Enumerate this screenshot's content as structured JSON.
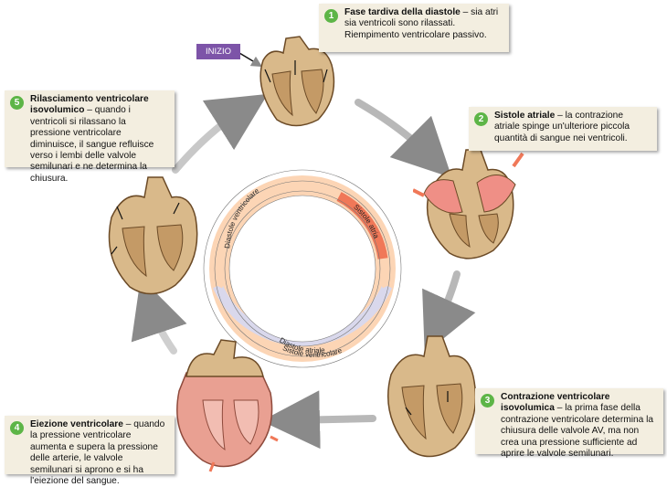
{
  "start_label": "INIZIO",
  "accent": {
    "green": "#5db547",
    "purple": "#7d54a8",
    "card_bg": "#f3eee0",
    "diastole_ring": "#fcd5b5",
    "systole_ring": "#d9d8ec",
    "atrial_systole": "#f07858"
  },
  "phases": [
    {
      "number": "1",
      "title": "Fase tardiva della diastole",
      "text": " – sia atri sia ventricoli sono rilassati. Riempimento ventricolare passivo."
    },
    {
      "number": "2",
      "title": "Sistole atriale",
      "text": " – la contrazione atriale spinge un'ulteriore piccola quantità di sangue nei ventricoli."
    },
    {
      "number": "3",
      "title": "Contrazione ventricolare isovolumica",
      "text": " – la prima fase della contrazione ventricolare determina la chiusura delle valvole AV, ma non crea una pressione sufficiente ad aprire le valvole semilunari."
    },
    {
      "number": "4",
      "title": "Eiezione ventricolare",
      "text": " – quando la pressione ventricolare aumenta e supera la pressione delle arterie, le valvole semilunari si aprono e si ha l'eiezione del sangue."
    },
    {
      "number": "5",
      "title": "Rilasciamento ventricolare isovolumico",
      "text": " – quando i ventricoli si rilassano la pressione ventricolare diminuisce, il sangue refluisce verso i lembi delle valvole semilunari e ne determina la chiusura."
    }
  ],
  "ring": {
    "outer_labels": {
      "top": "Diastole ventricolare",
      "bottom": "Sistole ventricolare"
    },
    "inner_labels": {
      "atrial_systole": "Sistole atriale",
      "atrial_diastole": "Diastole atriale"
    }
  }
}
